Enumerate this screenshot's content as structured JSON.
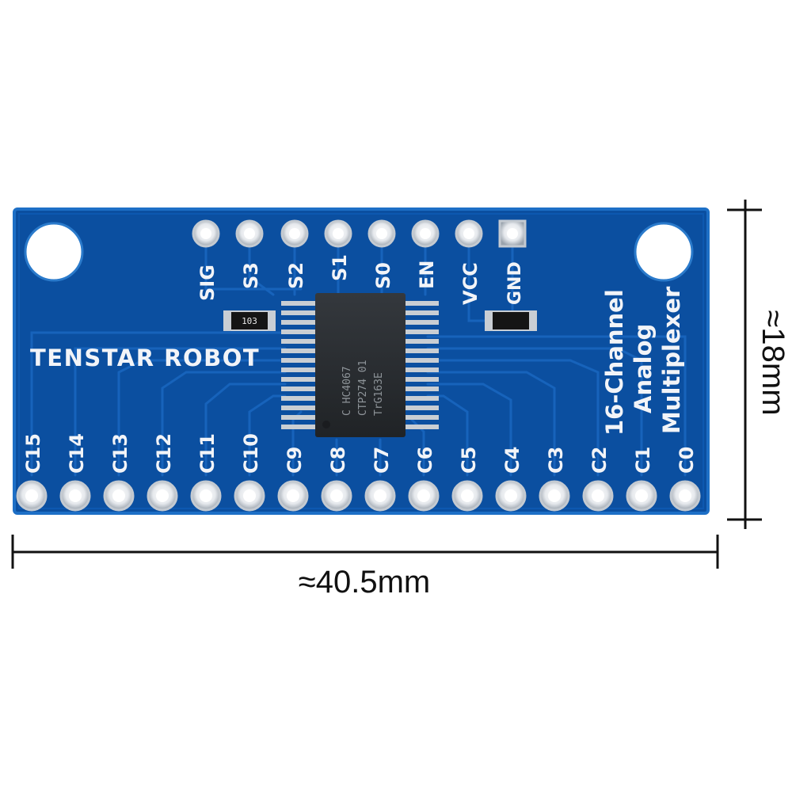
{
  "board": {
    "brand": "TENSTAR ROBOT",
    "title_lines": [
      "16-Channel",
      "Analog",
      "Multiplexer"
    ],
    "top_pins": [
      "SIG",
      "S3",
      "S2",
      "S1",
      "S0",
      "EN",
      "VCC",
      "GND"
    ],
    "bottom_pins": [
      "C15",
      "C14",
      "C13",
      "C12",
      "C11",
      "C10",
      "C9",
      "C8",
      "C7",
      "C6",
      "C5",
      "C4",
      "C3",
      "C2",
      "C1",
      "C0"
    ],
    "resistor_marking": "103",
    "chip_markings": [
      "C HC4067",
      "CTP274 01",
      "TrG163E"
    ],
    "colors": {
      "pcb": "#0b4fa0",
      "pcb_edge": "#1a66bd",
      "pad": "#dfe3e8",
      "chip": "#2a2d31"
    }
  },
  "dimensions": {
    "width_label": "≈40.5mm",
    "height_label": "≈18mm"
  }
}
